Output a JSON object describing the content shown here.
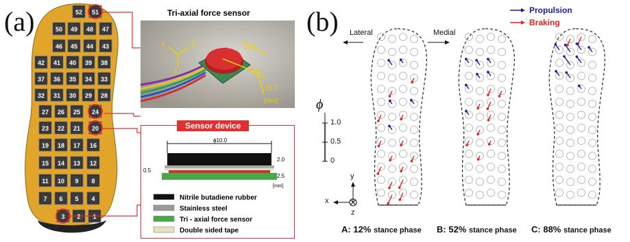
{
  "panel_a": {
    "letter": "(a)",
    "sensor_numbers": [
      [
        "52",
        "51"
      ],
      [
        "50",
        "49",
        "48",
        "47"
      ],
      [
        "46",
        "45",
        "44",
        "43"
      ],
      [
        "42",
        "41",
        "40",
        "39",
        "38"
      ],
      [
        "37",
        "36",
        "35",
        "34",
        "33"
      ],
      [
        "32",
        "31",
        "30",
        "29",
        "28"
      ],
      [
        "27",
        "26",
        "25",
        "24"
      ],
      [
        "23",
        "22",
        "21",
        "20"
      ],
      [
        "19",
        "18",
        "17",
        "16"
      ],
      [
        "15",
        "14",
        "13",
        "12"
      ],
      [
        "11",
        "10",
        "9",
        "8"
      ],
      [
        "7",
        "6",
        "5",
        "4"
      ],
      [
        "3",
        "2",
        "1"
      ]
    ],
    "highlighted": [
      "51",
      "24",
      "20",
      "3"
    ],
    "photo_title": "Tri-axial force sensor",
    "photo_axes": {
      "x": "x",
      "y": "y",
      "z": "z"
    },
    "photo_dims": {
      "d1": "11.1",
      "d2": "2.5",
      "d3": "11.7",
      "unit": "[mm]"
    },
    "device_title": "Sensor device",
    "device_dims": {
      "width": "ϕ10.0",
      "h1": "2.0",
      "h2": "0.5",
      "h3": "2.5",
      "unit": "[mm]"
    },
    "legend": [
      {
        "label": "Nitrile butadiene rubber",
        "color": "#111111"
      },
      {
        "label": "Stainless steel",
        "color": "#9a9a9a"
      },
      {
        "label": "Tri - axial force sensor",
        "color": "#4aa84a"
      },
      {
        "label": "Double sided tape",
        "color": "#e8e0c0"
      }
    ]
  },
  "panel_b": {
    "letter": "(b)",
    "legend": [
      {
        "label": "Propulsion",
        "color": "#1a1aa0"
      },
      {
        "label": "Braking",
        "color": "#e02020"
      }
    ],
    "lateral": "Lateral",
    "medial": "Medial",
    "scale_symbol": "ϕ",
    "scale_ticks": [
      "1.0",
      "0.5",
      "0"
    ],
    "axes": {
      "x": "x",
      "y": "y",
      "z": "z"
    },
    "captions": [
      {
        "prefix": "A:",
        "pct": "12%",
        "rest": "stance phase"
      },
      {
        "prefix": "B:",
        "pct": "52%",
        "rest": "stance phase"
      },
      {
        "prefix": "C:",
        "pct": "88%",
        "rest": "stance phase"
      }
    ]
  },
  "colors": {
    "insole": "#e0a52a",
    "blue": "#1a1aa0",
    "red": "#e02020",
    "box_red": "#e03030"
  }
}
